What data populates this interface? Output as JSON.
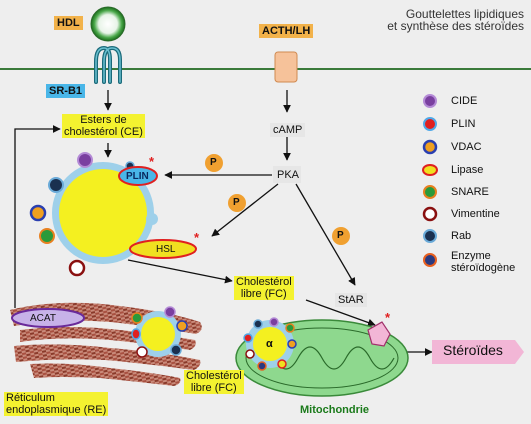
{
  "title": {
    "line1": "Gouttelettes lipidiques",
    "line2": "et synthèse des stéroïdes"
  },
  "labels": {
    "hdl": "HDL",
    "sr_b1": "SR-B1",
    "acth_lh": "ACTH/LH",
    "camp": "cAMP",
    "pka": "PKA",
    "ce_line1": "Esters de",
    "ce_line2": "cholestérol (CE)",
    "plin": "PLIN",
    "hsl": "HSL",
    "fc1_line1": "Cholestérol",
    "fc1_line2": "libre (FC)",
    "star": "StAR",
    "acat": "ACAT",
    "alpha": "α",
    "fc2_line1": "Cholestérol",
    "fc2_line2": "libre (FC)",
    "re_line1": "Réticulum",
    "re_line2": "endoplasmique (RE)",
    "mito": "Mitochondrie",
    "steroids": "Stéroïdes",
    "p": "P",
    "asterisk": "*"
  },
  "legend": [
    {
      "label": "CIDE",
      "icon": "cide-dot",
      "fill": "#7a3fa0",
      "stroke": "#b48ad6"
    },
    {
      "label": "PLIN",
      "icon": "plin-dot",
      "fill": "#e02020",
      "stroke": "#4fa8e8"
    },
    {
      "label": "VDAC",
      "icon": "vdac-dot",
      "fill": "#f0a020",
      "stroke": "#2a3fb0"
    },
    {
      "label": "Lipase",
      "icon": "lipase-dot",
      "fill": "#f0e020",
      "stroke": "#e02020"
    },
    {
      "label": "SNARE",
      "icon": "snare-dot",
      "fill": "#2a9a3a",
      "stroke": "#e88020"
    },
    {
      "label": "Vimentine",
      "icon": "vimentine-dot",
      "fill": "#ffffff",
      "stroke": "#8a1010"
    },
    {
      "label": "Rab",
      "icon": "rab-dot",
      "fill": "#1a3050",
      "stroke": "#6aaad8"
    },
    {
      "label": "Enzyme stéroïdogène",
      "label_line1": "Enzyme",
      "label_line2": "stéroïdogène",
      "icon": "enzyme-dot",
      "fill": "#2a3a80",
      "stroke": "#e86020"
    }
  ],
  "colors": {
    "background": "#eeeeee",
    "membrane": "#3a7a3a",
    "droplet_core": "#f4f020",
    "droplet_rim": "#9ed0ea",
    "mitochondria": "#8ed88e",
    "er": "#9a4a3a",
    "highlight_yellow": "#f4f230",
    "highlight_blue": "#49b6e8",
    "highlight_orange": "#f2b24a",
    "phospho": "#f0a030"
  }
}
